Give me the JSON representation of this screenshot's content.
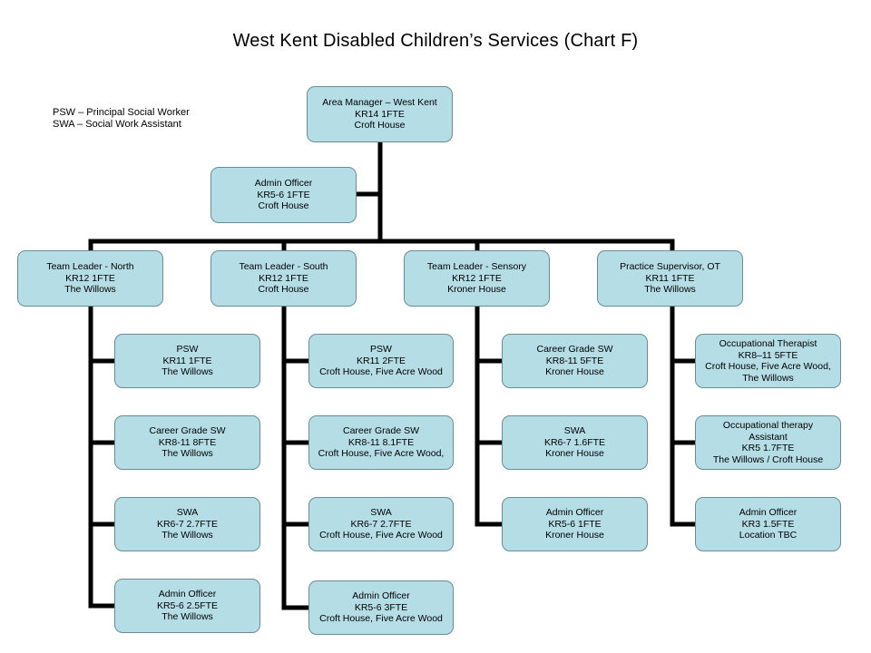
{
  "title": "West Kent Disabled Children’s Services (Chart F)",
  "legend": [
    "PSW – Principal Social Worker",
    "SWA – Social Work Assistant"
  ],
  "nodes": {
    "area_manager": [
      "Area Manager – West Kent",
      "KR14     1FTE",
      "Croft House"
    ],
    "admin_officer_top": [
      "Admin Officer",
      "KR5-6   1FTE",
      "Croft House"
    ],
    "team_leader_north": [
      "Team Leader - North",
      "KR12     1FTE",
      "The Willows"
    ],
    "team_leader_south": [
      "Team Leader - South",
      "KR12   1FTE",
      "Croft House"
    ],
    "team_leader_sensory": [
      "Team Leader - Sensory",
      "KR12     1FTE",
      "Kroner House"
    ],
    "practice_supervisor_ot": [
      "Practice Supervisor, OT",
      "KR11  1FTE",
      "The Willows"
    ],
    "north_psw": [
      "PSW",
      "KR11     1FTE",
      "The Willows"
    ],
    "north_career_sw": [
      "Career Grade SW",
      "KR8-11   8FTE",
      "The Willows"
    ],
    "north_swa": [
      "SWA",
      "KR6-7      2.7FTE",
      "The Willows"
    ],
    "north_admin": [
      "Admin Officer",
      "KR5-6    2.5FTE",
      "The Willows"
    ],
    "south_psw": [
      "PSW",
      "KR11   2FTE",
      "Croft House, Five Acre Wood"
    ],
    "south_career_sw": [
      "Career Grade SW",
      "KR8-11   8.1FTE",
      "Croft House, Five Acre Wood,"
    ],
    "south_swa": [
      "SWA",
      "KR6-7    2.7FTE",
      "Croft House, Five Acre Wood"
    ],
    "south_admin": [
      "Admin Officer",
      "KR5-6      3FTE",
      "Croft House, Five Acre Wood"
    ],
    "sensory_career_sw": [
      "Career Grade SW",
      "KR8-11   5FTE",
      "Kroner House"
    ],
    "sensory_swa": [
      "SWA",
      "KR6-7     1.6FTE",
      "Kroner House"
    ],
    "sensory_admin": [
      "Admin Officer",
      "KR5-6     1FTE",
      "Kroner House"
    ],
    "ot_occupational_therapist": [
      "Occupational Therapist",
      "KR8–11    5FTE",
      "Croft House, Five Acre Wood,",
      "The Willows"
    ],
    "ot_assistant": [
      "Occupational therapy",
      "Assistant",
      "KR5     1.7FTE",
      "The Willows / Croft House"
    ],
    "ot_admin": [
      "Admin Officer",
      "KR3    1.5FTE",
      "Location TBC"
    ]
  }
}
